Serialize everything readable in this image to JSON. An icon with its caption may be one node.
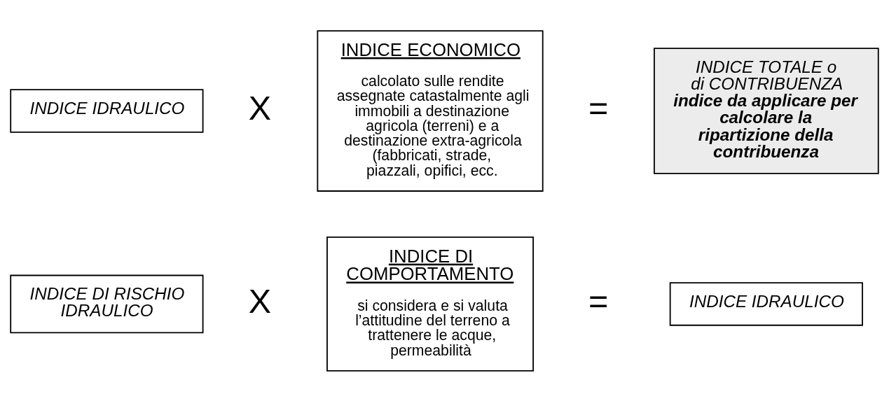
{
  "diagram": {
    "nodes": [
      {
        "text": [
          "INDICE DI RISCHIO IDRAULICO"
        ]
      },
      {
        "text": [
          "INDICE DI COMPORTAMENTO",
          "si considera e si valuta l’attitudine del terreno a trattenere le acque, permeabilità"
        ]
      },
      {
        "text": [
          "INDICE IDRAULICO"
        ]
      },
      {
        "text": [
          "INDICE IDRAULICO"
        ]
      },
      {
        "text": [
          "INDICE ECONOMICO",
          "calcolato sulle rendite assegnate catastalmente agli immobili a destinazione agricola (terreni) e a destinazione extra-agricola (fabbricati, strade, piazzali, opifici, ecc."
        ]
      },
      {
        "text": [
          "INDICE TOTALE o di CONTRIBUENZA",
          "indice da applicare per calcolare la ripartizione della contribuenza"
        ]
      }
    ],
    "labels": [
      "X",
      "=",
      "X",
      "="
    ]
  }
}
